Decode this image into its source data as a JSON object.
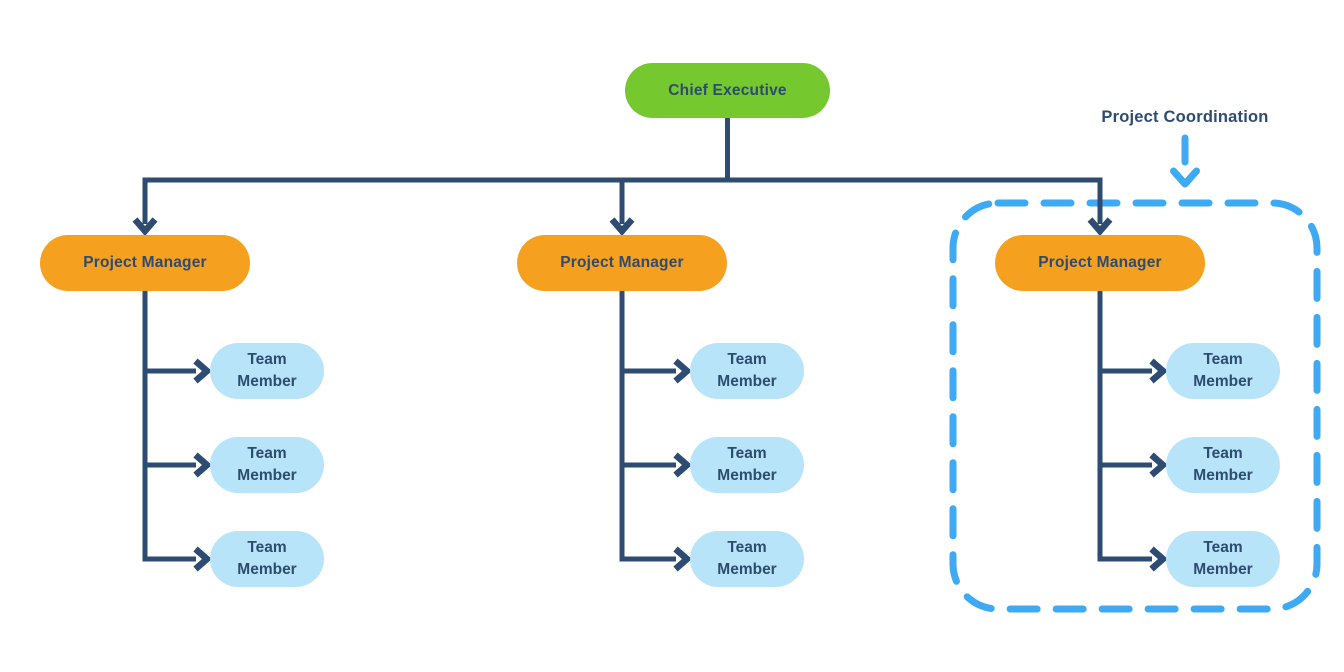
{
  "annotation": {
    "label": "Project Coordination"
  },
  "org": {
    "root": {
      "label": "Chief Executive"
    },
    "managers": [
      {
        "label": "Project Manager",
        "team": [
          {
            "label": "Team Member"
          },
          {
            "label": "Team Member"
          },
          {
            "label": "Team Member"
          }
        ]
      },
      {
        "label": "Project Manager",
        "team": [
          {
            "label": "Team Member"
          },
          {
            "label": "Team Member"
          },
          {
            "label": "Team Member"
          }
        ]
      },
      {
        "label": "Project Manager",
        "team": [
          {
            "label": "Team Member"
          },
          {
            "label": "Team Member"
          },
          {
            "label": "Team Member"
          }
        ]
      }
    ]
  },
  "colors": {
    "executive_fill": "#76C82F",
    "manager_fill": "#F5A01E",
    "team_fill": "#B8E4FA",
    "connector": "#2E4B72",
    "coordination_accent": "#3EA9F5"
  }
}
